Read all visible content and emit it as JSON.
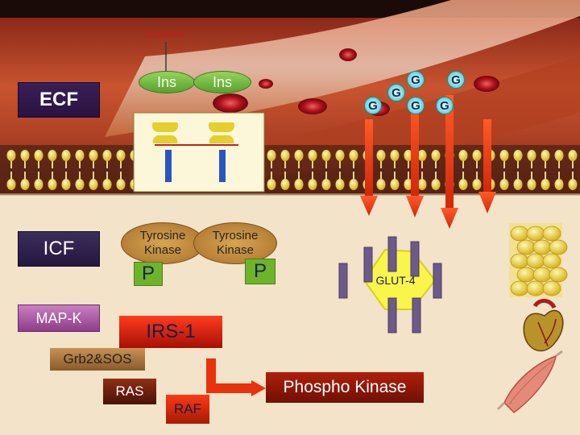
{
  "top_label": "Lumen",
  "compartments": {
    "ecf": "ECF",
    "icf": "ICF"
  },
  "insulin": [
    "Ins",
    "Ins"
  ],
  "receptors": {
    "tyrosine_kinase": [
      "Tyrosine\nKinase",
      "Tyrosine\nKinase"
    ],
    "phosphate": [
      "P",
      "P"
    ]
  },
  "glucose": [
    "G",
    "G",
    "G",
    "G",
    "G",
    "G"
  ],
  "transporter": "GLUT-4",
  "pathway": {
    "mapk": "MAP-K",
    "irs1": "IRS-1",
    "grb2sos": "Grb2&SOS",
    "ras": "RAS",
    "raf": "RAF",
    "phospho_kinase": "Phospho Kinase"
  },
  "colors": {
    "arrow_red": "#e8320e",
    "insulin_green": "#73bb45",
    "kinase_tan": "#c38b3f",
    "glucose_cyan": "#29c4c8",
    "membrane_yellow": "#f6e46c"
  }
}
